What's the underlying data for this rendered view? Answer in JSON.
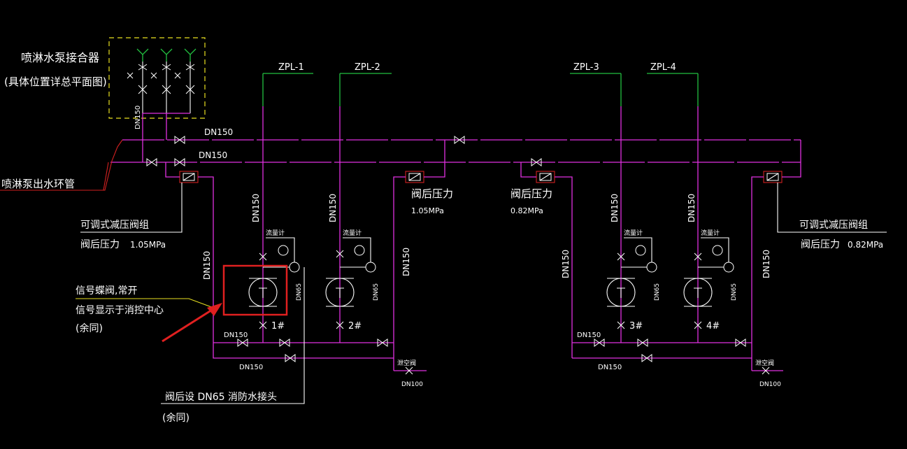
{
  "colors": {
    "background": "#000000",
    "pipe": "#e030e0",
    "riser_top": "#22c040",
    "text": "#ffffff",
    "connector_box": "#e8e020",
    "highlight": "#e02020"
  },
  "labels": {
    "connector_title": "喷淋水泵接合器",
    "connector_note": "(具体位置详总平面图)",
    "ring_pipe": "喷淋泵出水环管",
    "left_prv_title": "可调式减压阀组",
    "left_prv_pressure_label": "阀后压力",
    "left_prv_pressure_value": "1.05MPa",
    "right_prv_title": "可调式减压阀组",
    "right_prv_pressure_label": "阀后压力",
    "right_prv_pressure_value": "0.82MPa",
    "mid1_pressure_label": "阀后压力",
    "mid1_pressure_value": "1.05MPa",
    "mid2_pressure_label": "阀后压力",
    "mid2_pressure_value": "0.82MPa",
    "signal_valve_1": "信号蝶阀,常开",
    "signal_valve_2": "信号显示于消控中心",
    "signal_valve_3": "(余同)",
    "after_valve": "阀后设  DN65   消防水接头",
    "after_valve_note": "(余同)",
    "flowmeter": "流量计",
    "drain_valve": "泄空阀"
  },
  "risers": [
    "ZPL-1",
    "ZPL-2",
    "ZPL-3",
    "ZPL-4"
  ],
  "pumps": [
    "1#",
    "2#",
    "3#",
    "4#"
  ],
  "pipe_sizes": {
    "dn150": "DN150",
    "dn65": "DN65",
    "dn100": "DN100"
  }
}
